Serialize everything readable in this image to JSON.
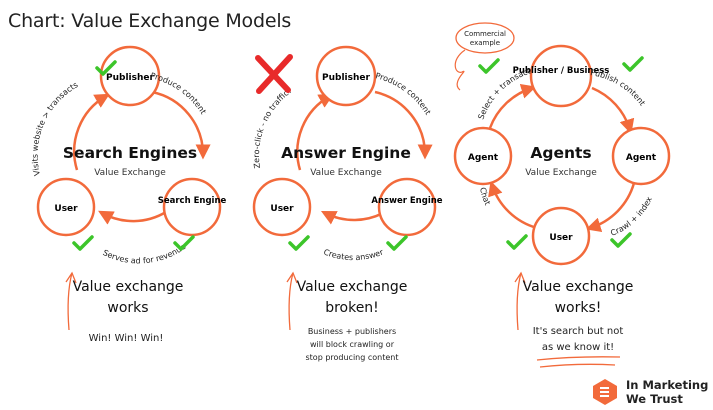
{
  "title": "Chart: Value Exchange Models",
  "panels": [
    {
      "center_title": "Search Engines",
      "center_sub": "Value Exchange",
      "nodes": [
        "Publisher",
        "Search Engine",
        "User"
      ],
      "edges": [
        "Produce content",
        "Serves ad for revenue",
        "Visits website > transacts"
      ],
      "caption_main": [
        "Value exchange",
        "works"
      ],
      "caption_sub": [
        "Win! Win! Win!"
      ]
    },
    {
      "center_title": "Answer Engine",
      "center_sub": "Value Exchange",
      "nodes": [
        "Publisher",
        "Answer Engine",
        "User"
      ],
      "edges": [
        "Produce content",
        "Creates answer",
        "Zero-click - no traffic?"
      ],
      "caption_main": [
        "Value exchange",
        "broken!"
      ],
      "caption_sub": [
        "Business + publishers",
        "will block crawling or",
        "stop producing content"
      ]
    },
    {
      "center_title": "Agents",
      "center_sub": "Value Exchange",
      "nodes": [
        "Publisher / Business",
        "Agent",
        "User",
        "Agent"
      ],
      "edges": [
        "Publish content",
        "Crawl + index",
        "Chat",
        "Select + transact"
      ],
      "callout": [
        "Commercial",
        "example"
      ],
      "caption_main": [
        "Value exchange",
        "works!"
      ],
      "caption_sub": [
        "It's search but not",
        "as we know it!"
      ]
    }
  ],
  "brand": {
    "line1": "In Marketing",
    "line2": "We Trust"
  },
  "colors": {
    "accent": "#f26a3b",
    "check": "#3cc52a",
    "cross": "#e82a2a",
    "text": "#222222"
  }
}
